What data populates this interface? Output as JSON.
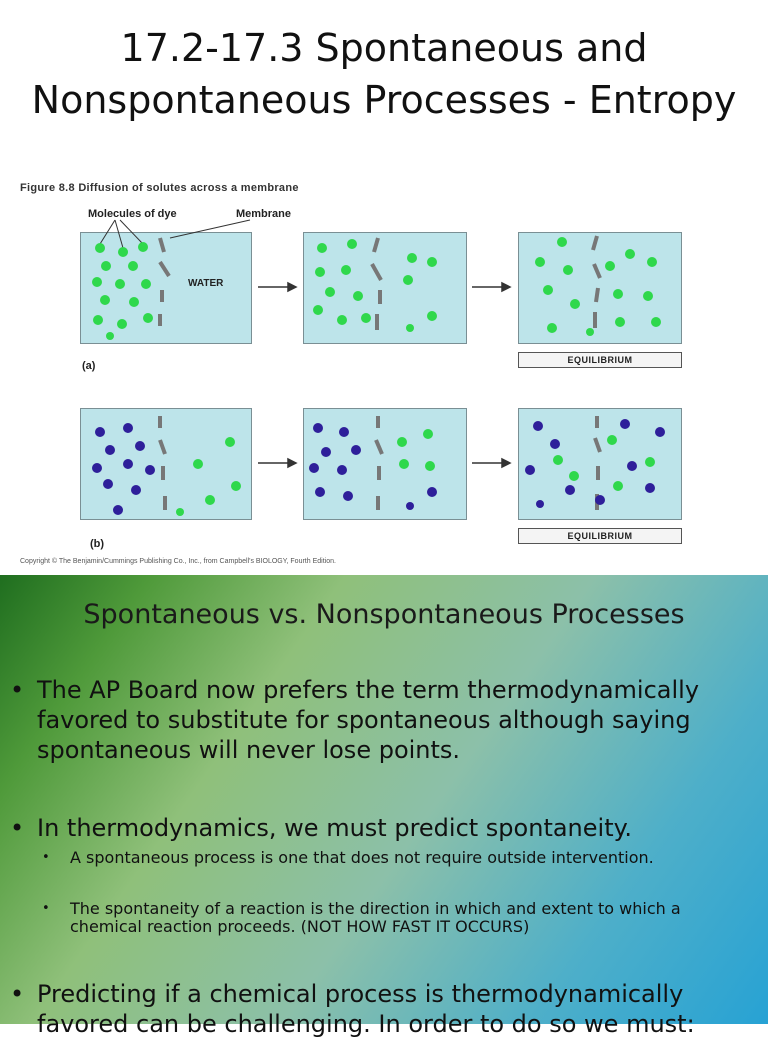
{
  "slide1": {
    "title_line1": "17.2-17.3 Spontaneous and",
    "title_line2": "Nonspontaneous Processes - Entropy",
    "figure": {
      "caption": "Figure 8.8  Diffusion of solutes across a membrane",
      "label_molecules": "Molecules of dye",
      "label_membrane": "Membrane",
      "label_water": "WATER",
      "label_a": "(a)",
      "label_b": "(b)",
      "equilibrium": "EQUILIBRIUM",
      "copyright": "Copyright © The Benjamin/Cummings Publishing Co., Inc., from Campbell's BIOLOGY, Fourth Edition.",
      "colors": {
        "green": "#2fd84c",
        "blue": "#2e1f9a",
        "water": "#bde4ea"
      }
    }
  },
  "slide2": {
    "title": "Spontaneous vs. Nonspontaneous Processes",
    "bullets": [
      {
        "text": "The AP Board now prefers the term thermodynamically favored to substitute for spontaneous although saying spontaneous will never lose points."
      },
      {
        "text": "In thermodynamics, we must predict spontaneity.",
        "sub": [
          "A spontaneous process is one that does not require outside intervention.",
          "The spontaneity of a reaction is the direction in which and extent to which a chemical reaction proceeds.  (NOT HOW FAST IT OCCURS)"
        ]
      },
      {
        "text": "Predicting if a chemical process is thermodynamically favored can be challenging.  In order to do so we must:"
      }
    ],
    "bullet_glyph": "•"
  }
}
